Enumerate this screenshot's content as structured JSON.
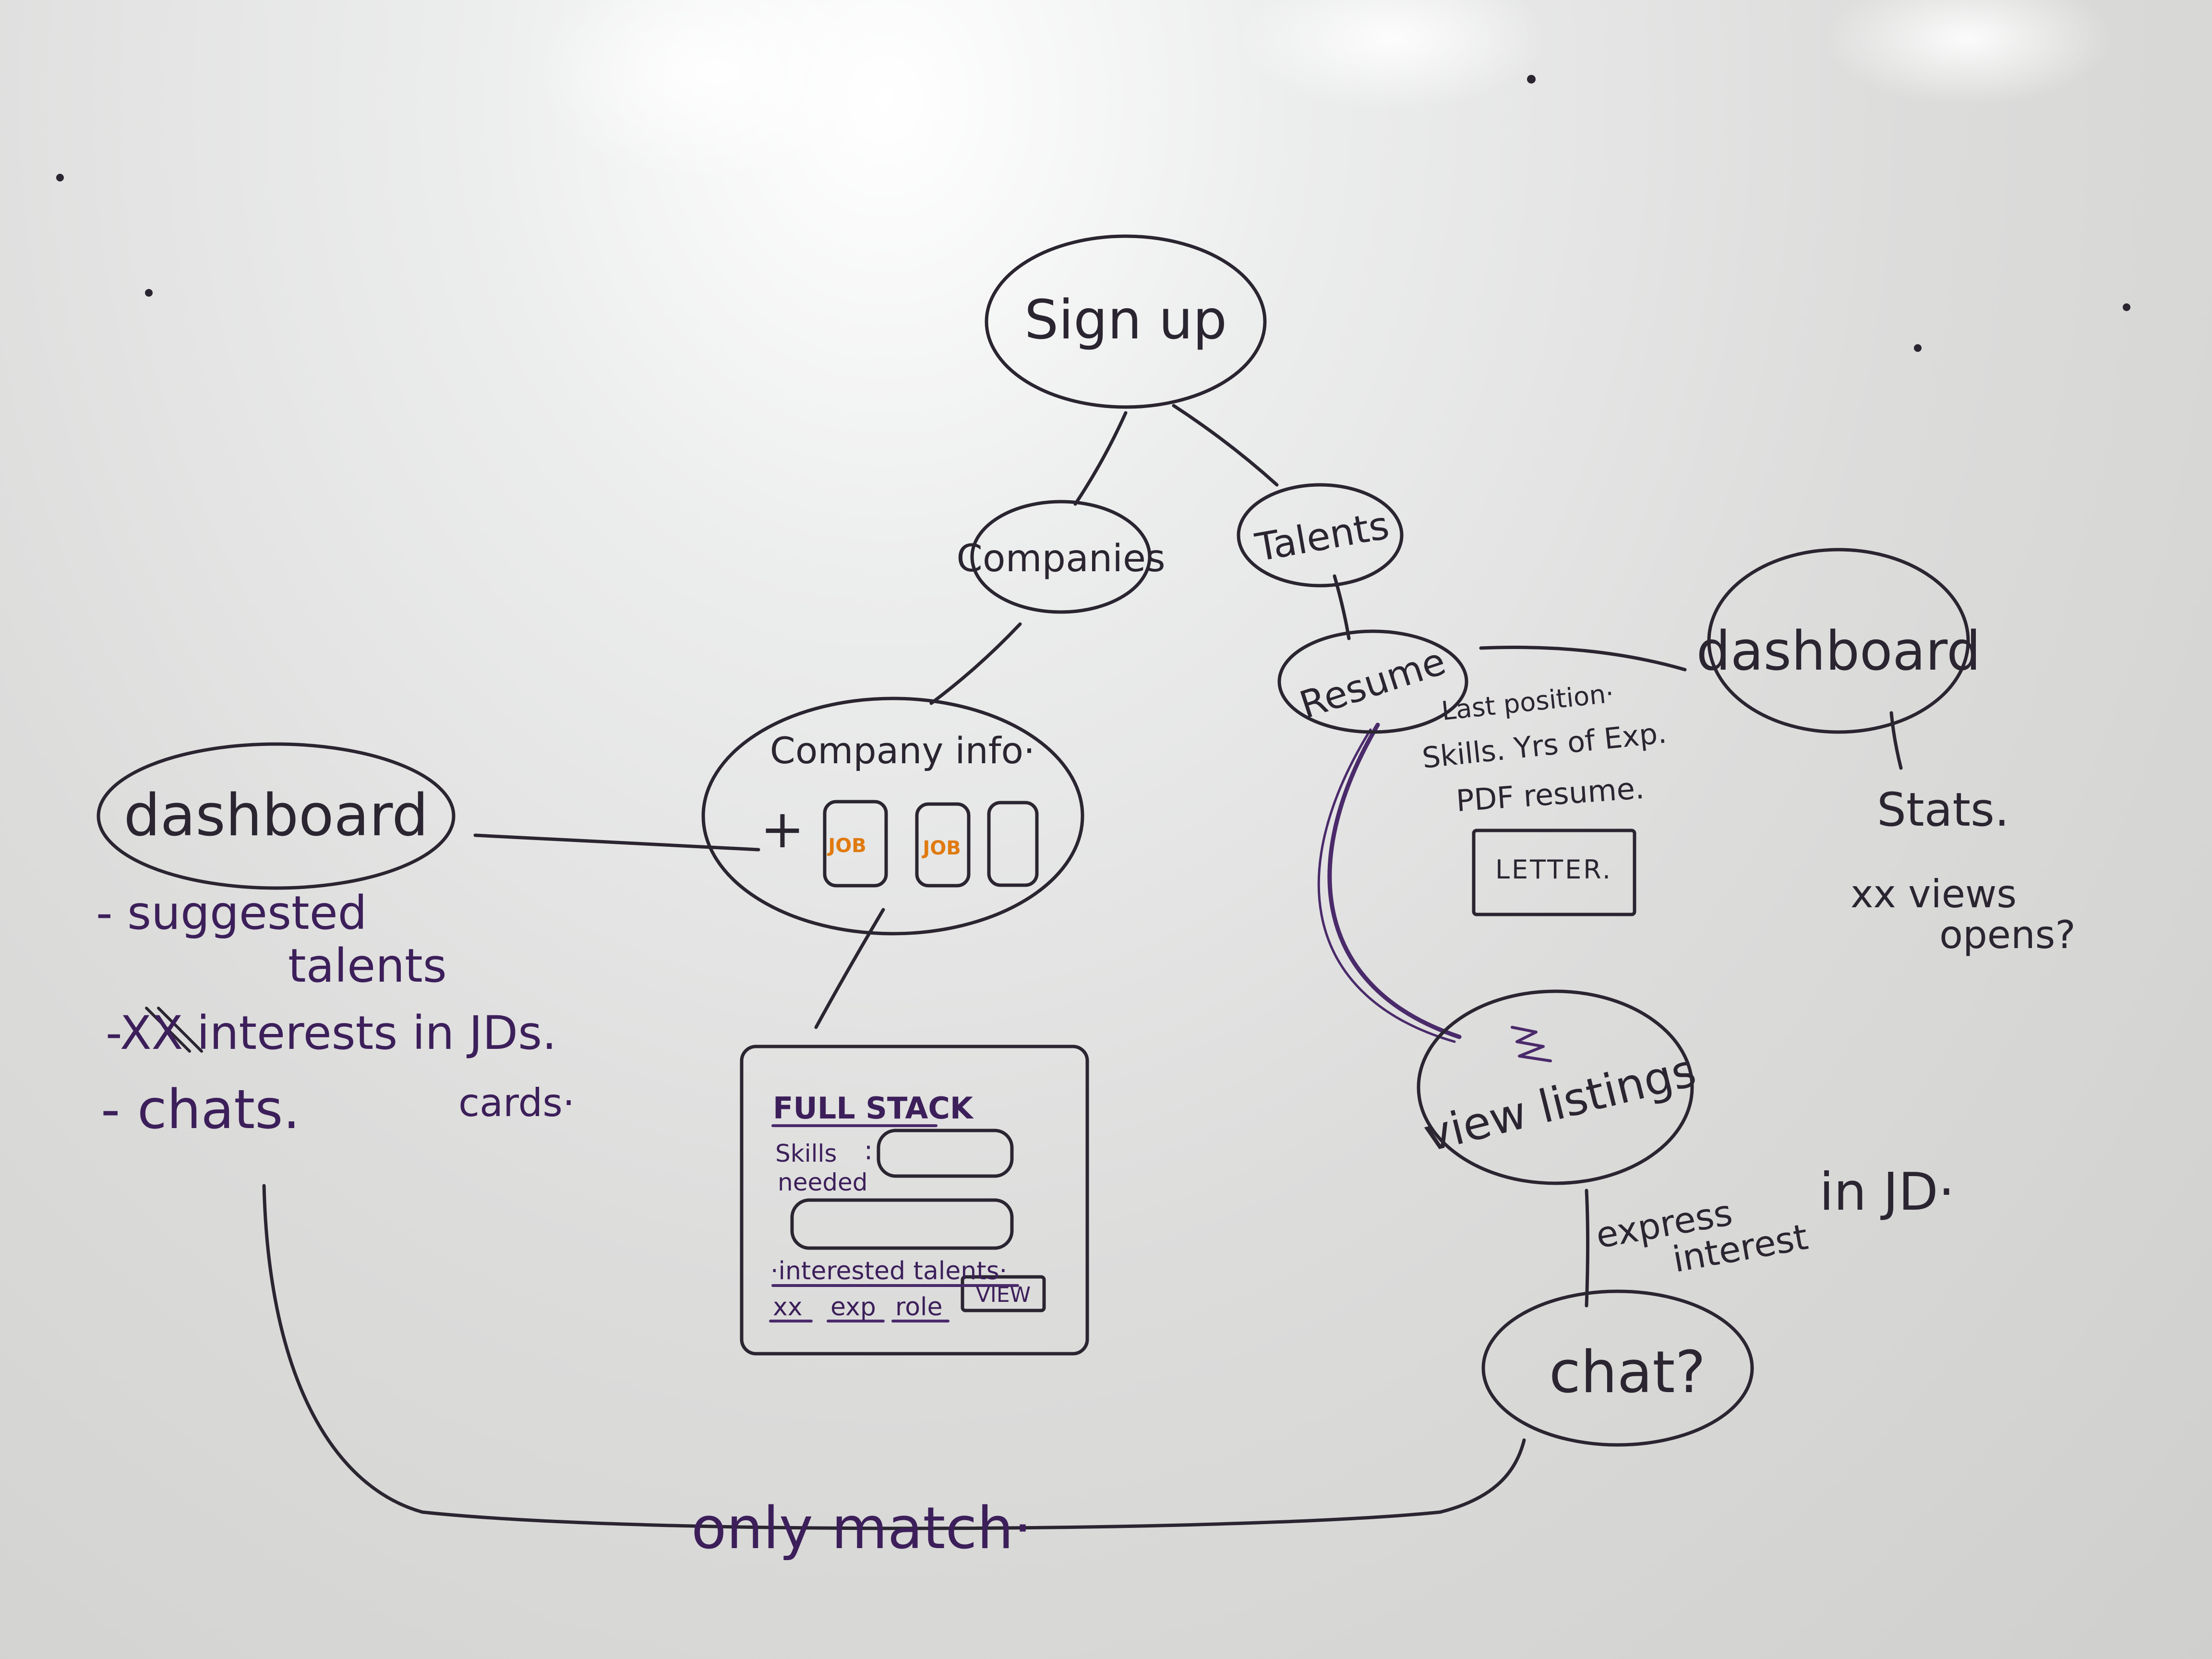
{
  "colors": {
    "board": "#dcdcdb",
    "ink_black": "#2a2530",
    "ink_purple": "#4a2a6a",
    "ink_orange": "#e07a10"
  },
  "nodes": {
    "sign_up": "Sign up",
    "companies": "Companies",
    "talents": "Talents",
    "company_info": "Company info·",
    "company_plus": "+",
    "job_1": "JOB",
    "job_2": "JOB",
    "resume": "Resume",
    "dashboard_company": "dashboard",
    "dashboard_talent": "dashboard",
    "view_listings": "view listings",
    "chat": "chat?"
  },
  "company_dashboard_list": {
    "item_1_line_1": "- suggested",
    "item_1_line_2": "talents",
    "item_2_marker": "-XX",
    "item_2_text": "interests in JDs.",
    "item_3": "- chats.",
    "cards_note": "cards·"
  },
  "job_card": {
    "title": "FULL STACK",
    "skills_label_1": "Skills",
    "skills_label_2": "needed",
    "skills_colon": ":",
    "interested_talents": "·interested talents·",
    "col_1": "xx",
    "col_2": "exp",
    "col_3": "role",
    "view_button": "VIEW"
  },
  "resume_details": {
    "line_1": "Last position·",
    "line_2": "Skills. Yrs of Exp.",
    "line_3": "PDF resume.",
    "letter_box": "LETTER."
  },
  "talent_dashboard": {
    "stats": "Stats.",
    "views_line_1": "xx views",
    "views_line_2": "opens?"
  },
  "express_interest": {
    "line_1": "express",
    "line_2": "interest",
    "suffix": "in JD·"
  },
  "connector_label": "only match·"
}
